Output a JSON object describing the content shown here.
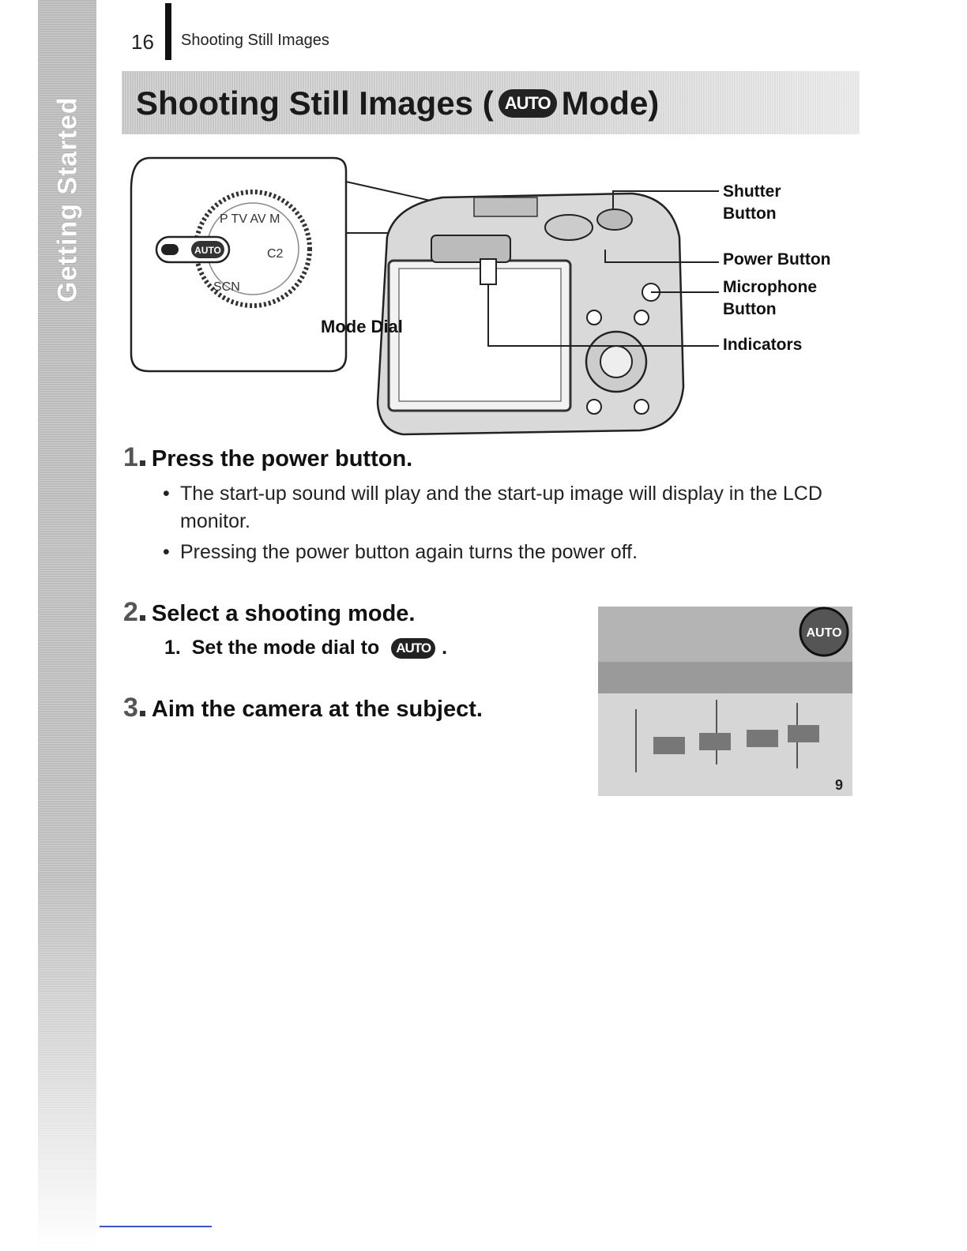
{
  "sidebar": {
    "tab_label": "Getting Started"
  },
  "header": {
    "page_number": "16",
    "section_name": "Shooting Still Images"
  },
  "title": {
    "prefix": "Shooting Still Images (",
    "mode_icon_text": "AUTO",
    "suffix": " Mode)"
  },
  "diagram": {
    "mode_dial_label": "Mode Dial",
    "callouts": [
      "Shutter\nButton",
      "Power Button",
      "Microphone\nButton",
      "Indicators"
    ]
  },
  "steps": [
    {
      "number": "1",
      "heading": "Press the power button.",
      "bullets": [
        "The start-up sound will play and the start-up image will display in the LCD monitor.",
        "Pressing the power button again turns the power off."
      ]
    },
    {
      "number": "2",
      "heading": "Select a shooting mode.",
      "substep_prefix": "1.  Set the mode dial to ",
      "substep_icon": "AUTO",
      "substep_suffix": "."
    },
    {
      "number": "3",
      "heading": "Aim the camera at the subject."
    }
  ],
  "lcd_screen": {
    "mode_icon_text": "AUTO",
    "shots_remaining": "9"
  },
  "colors": {
    "sidebar_gray": "#bdbdbd",
    "title_band": "#cfcfcf",
    "link_blue": "#3a55c8"
  }
}
